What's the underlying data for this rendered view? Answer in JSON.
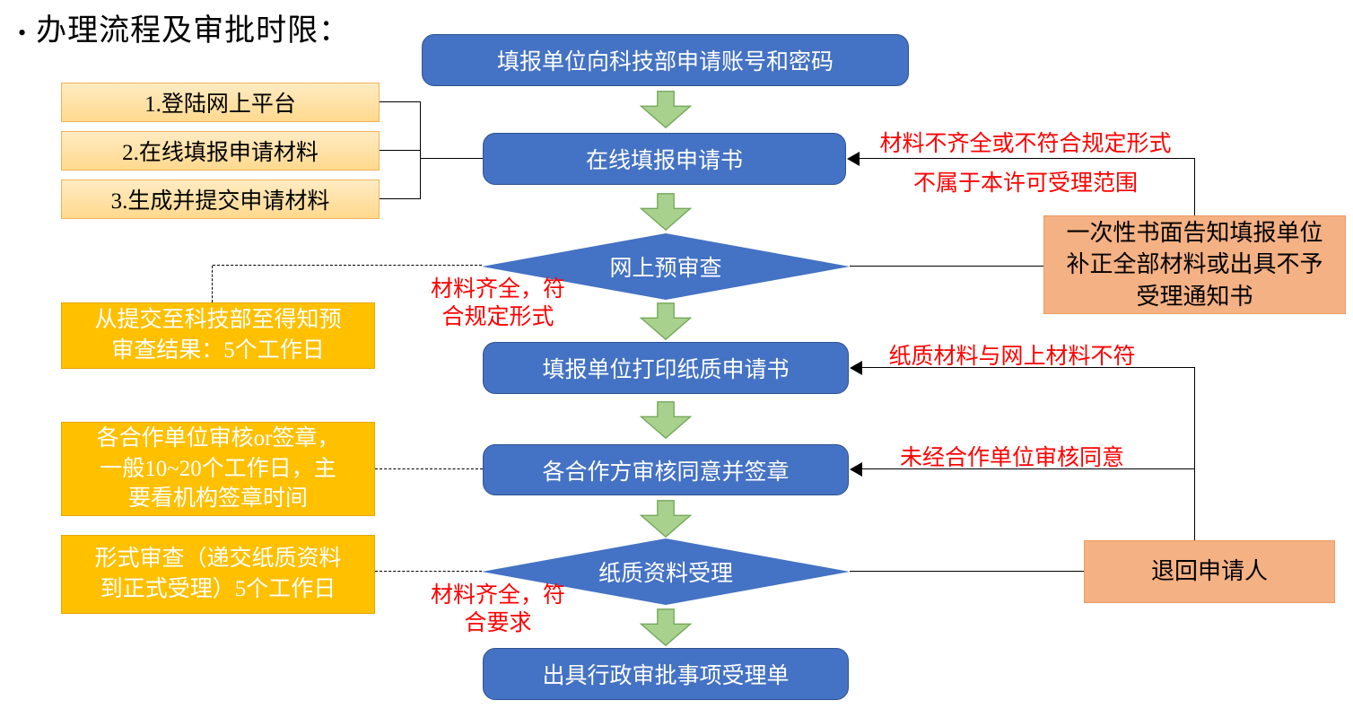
{
  "title": {
    "bullet": "•",
    "text": "办理流程及审批时限："
  },
  "flow": {
    "step1": "填报单位向科技部申请账号和密码",
    "step2": "在线填报申请书",
    "decision1": "网上预审查",
    "step3": "填报单位打印纸质申请书",
    "step4": "各合作方审核同意并签章",
    "decision2": "纸质资料受理",
    "step5": "出具行政审批事项受理单"
  },
  "online_steps": [
    "1.登陆网上平台",
    "2.在线填报申请材料",
    "3.生成并提交申请材料"
  ],
  "time_notes": [
    "从提交至科技部至得知预\n审查结果：5个工作日",
    "各合作单位审核or签章，\n一般10~20个工作日，主\n要看机构签章时间",
    "形式审查（递交纸质资料\n到正式受理）5个工作日"
  ],
  "outcome_boxes": {
    "notice": "一次性书面告知填报单位\n补正全部材料或出具不予\n受理通知书",
    "return": "退回申请人"
  },
  "labels": {
    "fail1a": "材料不齐全或不符合规定形式",
    "fail1b": "不属于本许可受理范围",
    "pass1": "材料齐全，符\n合规定形式",
    "fail2": "纸质材料与网上材料不符",
    "fail3": "未经合作单位审核同意",
    "pass2": "材料齐全，符\n合要求"
  },
  "colors": {
    "process_box": "#4472C4",
    "down_arrow": "#A9D18E",
    "time_note_box": "#FFC000",
    "online_step_box": "#FFE3A6",
    "outcome_box": "#F4B183",
    "alert_text": "#FF0000"
  }
}
